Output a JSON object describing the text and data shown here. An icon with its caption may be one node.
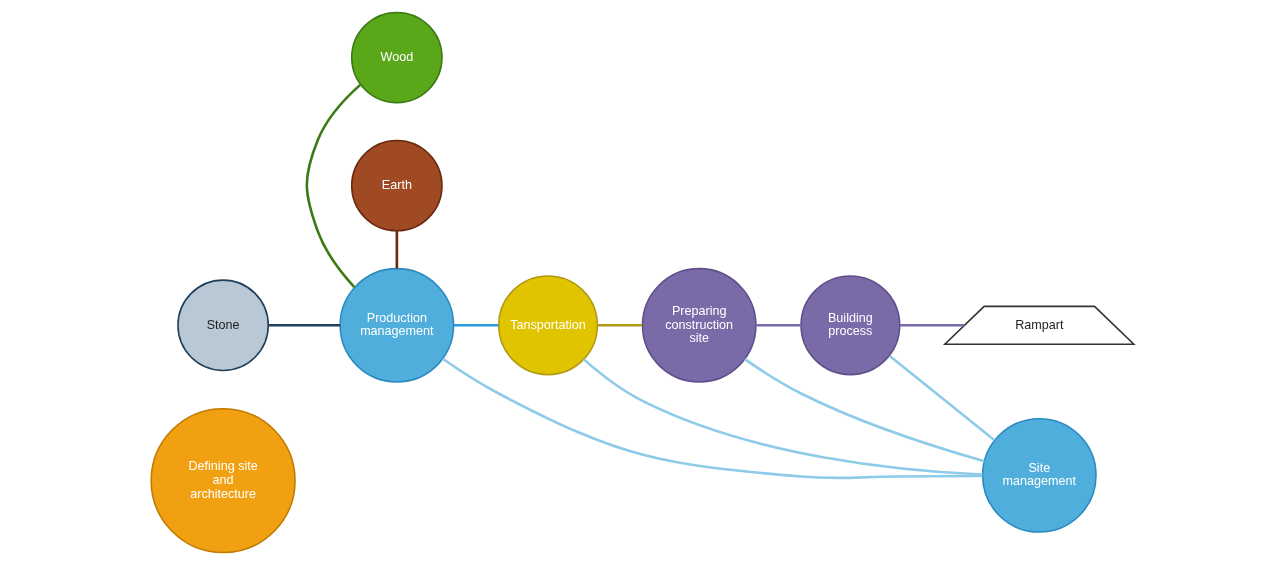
{
  "diagram": {
    "nodes": [
      {
        "text": [
          "Defining site and architecture"
        ]
      },
      {
        "text": [
          "Stone"
        ]
      },
      {
        "text": [
          "Wood"
        ]
      },
      {
        "text": [
          "Production management"
        ]
      },
      {
        "text": [
          "Earth"
        ]
      },
      {
        "text": [
          "Tansportation"
        ]
      },
      {
        "text": [
          "Preparing construction site"
        ]
      },
      {
        "text": [
          "Building process"
        ]
      },
      {
        "text": [
          "Rampart"
        ]
      },
      {
        "text": [
          "Site management"
        ]
      }
    ],
    "edges": [
      {
        "from": 2,
        "to": 3,
        "arrow": "none",
        "color": "#3c7a14"
      },
      {
        "from": 1,
        "to": 3,
        "arrow": "none",
        "color": "#1f3f5c"
      },
      {
        "from": 4,
        "to": 3,
        "arrow": "none",
        "color": "#6b2a10"
      },
      {
        "from": 3,
        "to": 5,
        "arrow": "none",
        "color": "#2a9ad8"
      },
      {
        "from": 5,
        "to": 6,
        "arrow": "none",
        "color": "#b09a14"
      },
      {
        "from": 6,
        "to": 7,
        "arrow": "none",
        "color": "#7b6aa8"
      },
      {
        "from": 7,
        "to": 8,
        "arrow": "none",
        "color": "#7b6aa8"
      },
      {
        "from": 3,
        "to": 9,
        "arrow": "none"
      },
      {
        "from": 5,
        "to": 9,
        "arrow": "none"
      },
      {
        "from": 6,
        "to": 9,
        "arrow": "none"
      },
      {
        "from": 7,
        "to": 9,
        "arrow": "none"
      }
    ]
  }
}
